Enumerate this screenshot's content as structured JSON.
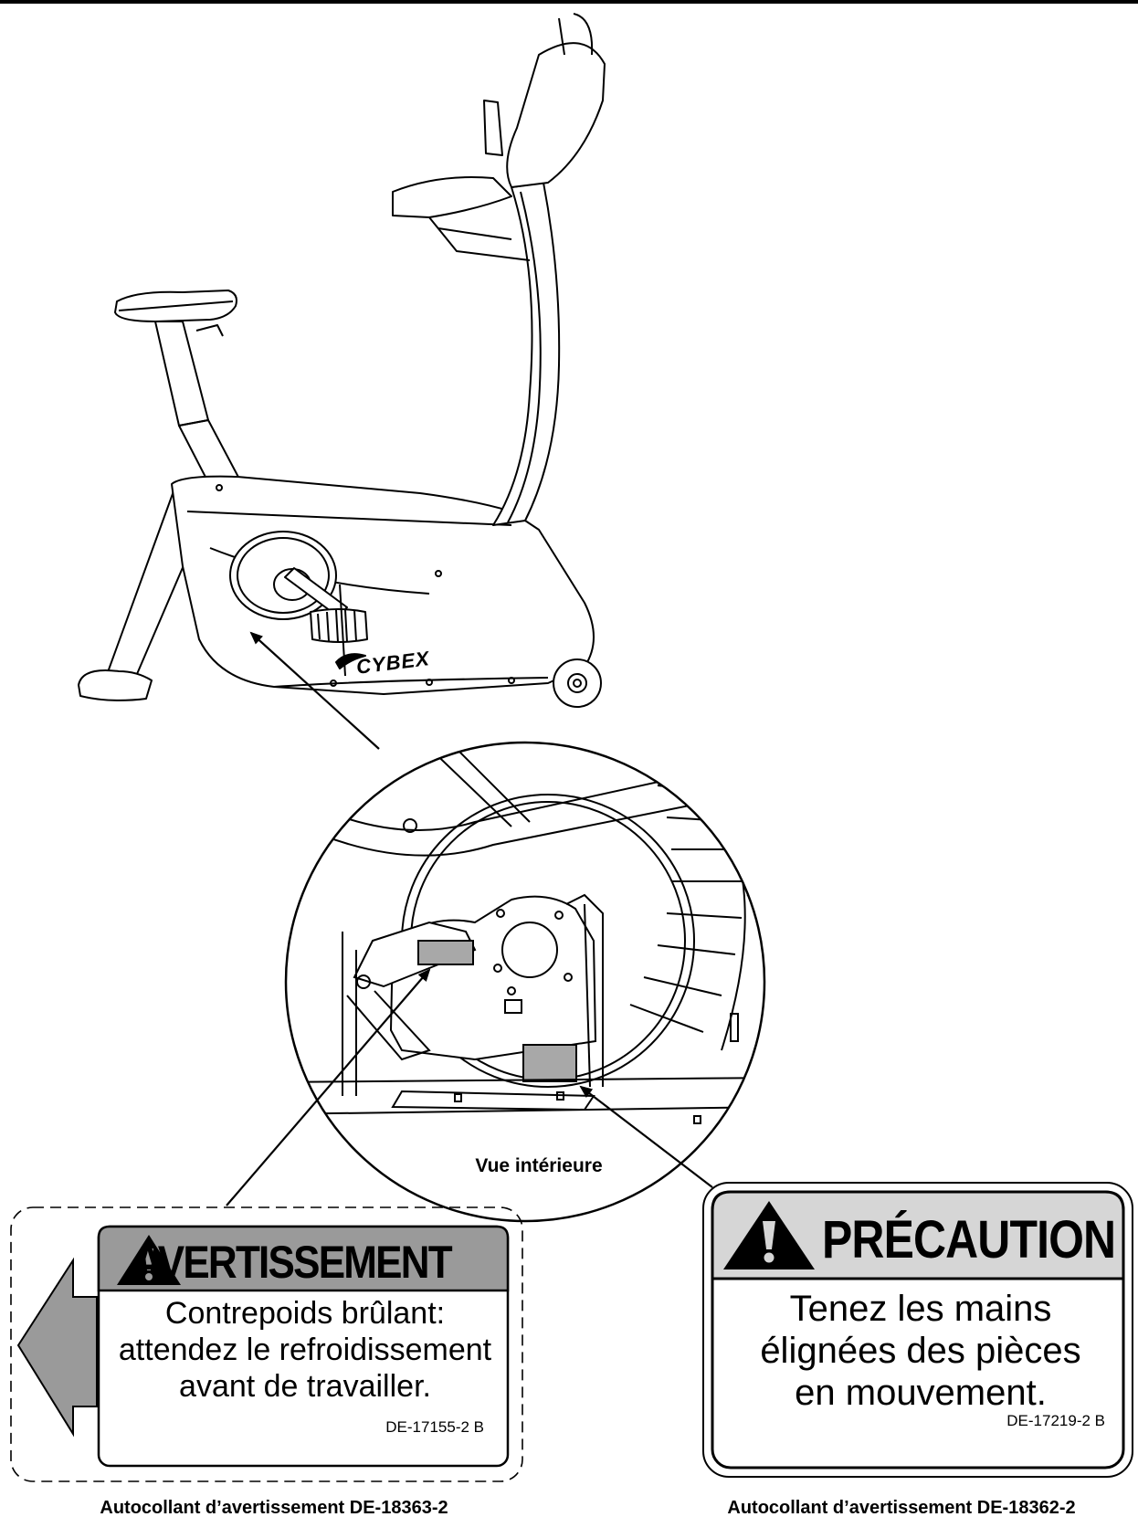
{
  "brand_logo": "CYBEX",
  "inner_view_caption": "Vue intérieure",
  "warning_label": {
    "heading": "AVERTISSEMENT",
    "body_lines": [
      "Contrepoids brûlant:",
      "attendez le refroidissement",
      "avant de travailler."
    ],
    "code": "DE-17155-2 B",
    "caption": "Autocollant d’avertissement DE-18363-2"
  },
  "caution_label": {
    "heading": "PRÉCAUTION",
    "body_lines": [
      "Tenez les mains",
      "élignées des pièces",
      "en mouvement."
    ],
    "code": "DE-17219-2 B",
    "caption": "Autocollant d’avertissement DE-18362-2"
  },
  "colors": {
    "ink": "#000000",
    "label_gray": "#9a9a9a",
    "caution_gray": "#d6d6d6",
    "decal_gray": "#a8a8a8"
  }
}
